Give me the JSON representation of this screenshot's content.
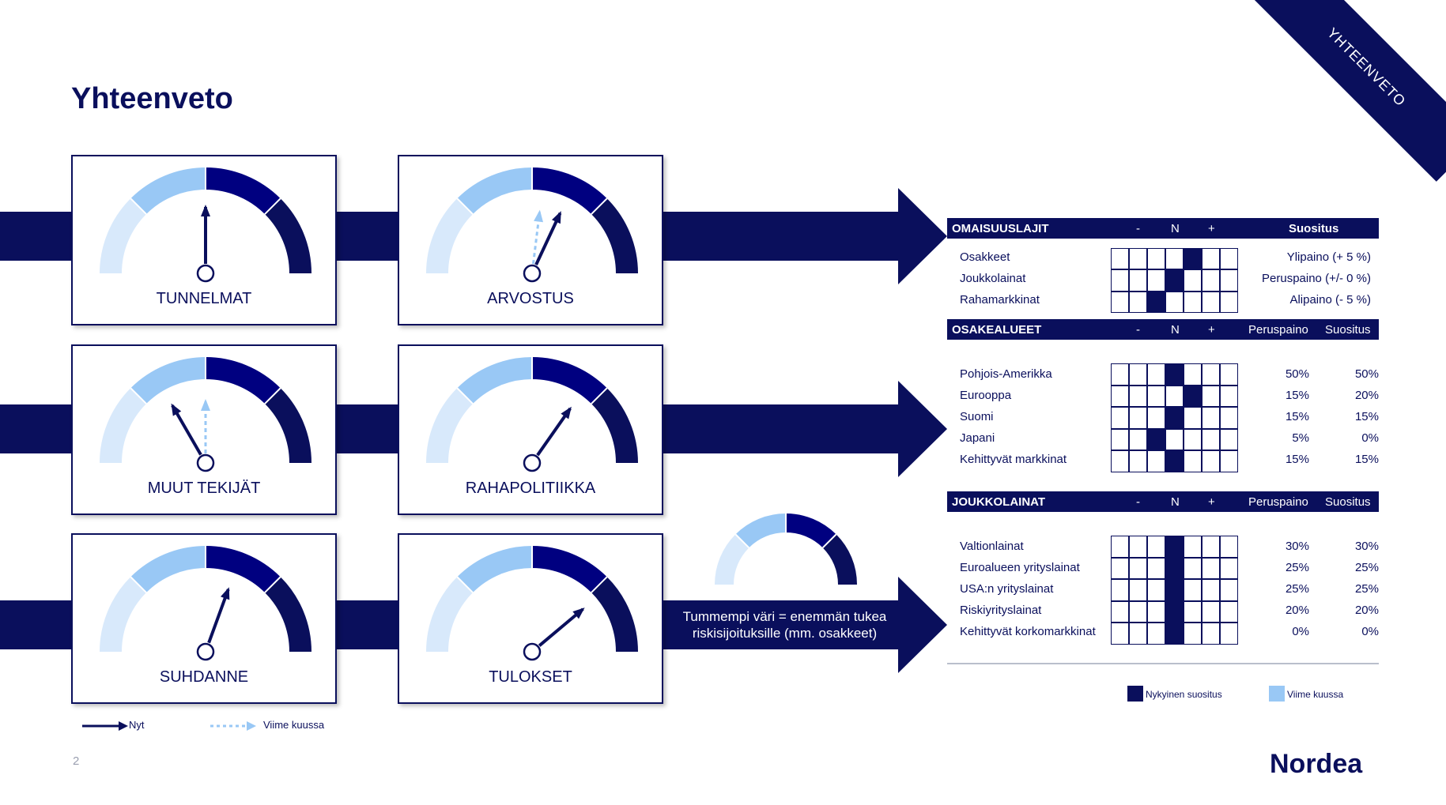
{
  "page_title": "Yhteenveto",
  "ribbon_label": "YHTEENVETO",
  "page_number": "2",
  "logo": "Nordea",
  "colors": {
    "dark": "#0a0f5c",
    "mid": "#000080",
    "light": "#99c8f5",
    "pale": "#d8e9fb"
  },
  "gauges": [
    {
      "label": "TUNNELMAT",
      "now_angle": 0,
      "last_angle": null
    },
    {
      "label": "ARVOSTUS",
      "now_angle": 25,
      "last_angle": 7
    },
    {
      "label": "MUUT TEKIJÄT",
      "now_angle": -30,
      "last_angle": 0
    },
    {
      "label": "RAHAPOLITIIKKA",
      "now_angle": 35,
      "last_angle": null
    },
    {
      "label": "SUHDANNE",
      "now_angle": 20,
      "last_angle": null
    },
    {
      "label": "TULOKSET",
      "now_angle": 50,
      "last_angle": null
    }
  ],
  "gauge_legend": {
    "now": "Nyt",
    "last": "Viime kuussa"
  },
  "note": {
    "line1": "Tummempi väri = enemmän tukea",
    "line2": "riskisijoituksille (mm. osakkeet)"
  },
  "table": {
    "signs": {
      "minus": "-",
      "n": "N",
      "plus": "+"
    },
    "asset_classes": {
      "header": "OMAISUUSLAJIT",
      "rec_header": "Suositus",
      "rows": [
        {
          "name": "Osakkeet",
          "pos": 4,
          "rec": "Ylipaino (+ 5 %)"
        },
        {
          "name": "Joukkolainat",
          "pos": 3,
          "rec": "Peruspaino (+/- 0 %)"
        },
        {
          "name": "Rahamarkkinat",
          "pos": 2,
          "rec": "Alipaino (- 5 %)"
        }
      ]
    },
    "equity": {
      "header": "OSAKEALUEET",
      "base_header": "Peruspaino",
      "rec_header": "Suositus",
      "rows": [
        {
          "name": "Pohjois-Amerikka",
          "pos": 3,
          "base": "50%",
          "rec": "50%"
        },
        {
          "name": "Eurooppa",
          "pos": 4,
          "base": "15%",
          "rec": "20%"
        },
        {
          "name": "Suomi",
          "pos": 3,
          "base": "15%",
          "rec": "15%"
        },
        {
          "name": "Japani",
          "pos": 2,
          "base": "5%",
          "rec": "0%"
        },
        {
          "name": "Kehittyvät markkinat",
          "pos": 3,
          "base": "15%",
          "rec": "15%"
        }
      ]
    },
    "bonds": {
      "header": "JOUKKOLAINAT",
      "base_header": "Peruspaino",
      "rec_header": "Suositus",
      "rows": [
        {
          "name": "Valtionlainat",
          "pos": 3,
          "base": "30%",
          "rec": "30%"
        },
        {
          "name": "Euroalueen yrityslainat",
          "pos": 3,
          "base": "25%",
          "rec": "25%"
        },
        {
          "name": "USA:n yrityslainat",
          "pos": 3,
          "base": "25%",
          "rec": "25%"
        },
        {
          "name": "Riskiyrityslainat",
          "pos": 3,
          "base": "20%",
          "rec": "20%"
        },
        {
          "name": "Kehittyvät korkomarkkinat",
          "pos": 3,
          "base": "0%",
          "rec": "0%"
        }
      ]
    },
    "legend": {
      "current": "Nykyinen suositus",
      "last": "Viime kuussa"
    }
  }
}
